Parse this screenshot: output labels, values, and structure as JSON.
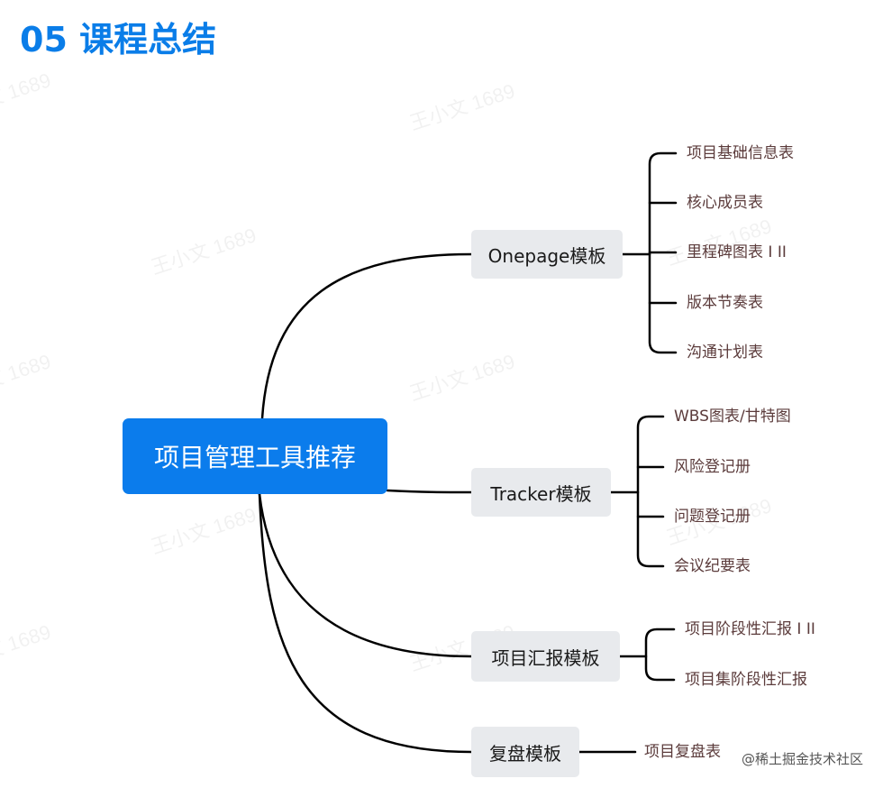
{
  "title": "05 课程总结",
  "root": {
    "label": "项目管理工具推荐"
  },
  "branches": [
    {
      "label": "Onepage模板",
      "children": [
        "项目基础信息表",
        "核心成员表",
        "里程碑图表 I II",
        "版本节奏表",
        "沟通计划表"
      ]
    },
    {
      "label": "Tracker模板",
      "children": [
        "WBS图表/甘特图",
        "风险登记册",
        "问题登记册",
        "会议纪要表"
      ]
    },
    {
      "label": "项目汇报模板",
      "children": [
        "项目阶段性汇报 I II",
        "项目集阶段性汇报"
      ]
    },
    {
      "label": "复盘模板",
      "children": [
        "项目复盘表"
      ]
    }
  ],
  "watermark": {
    "text": "王小文 1689"
  },
  "footer": {
    "text": "@稀土掘金技术社区"
  },
  "colors": {
    "title": "#0a7de8",
    "root_fill": "#0b7cec",
    "branch_fill": "#e8eaed",
    "line": "#000000",
    "leaf_text": "#5b3b3b"
  }
}
